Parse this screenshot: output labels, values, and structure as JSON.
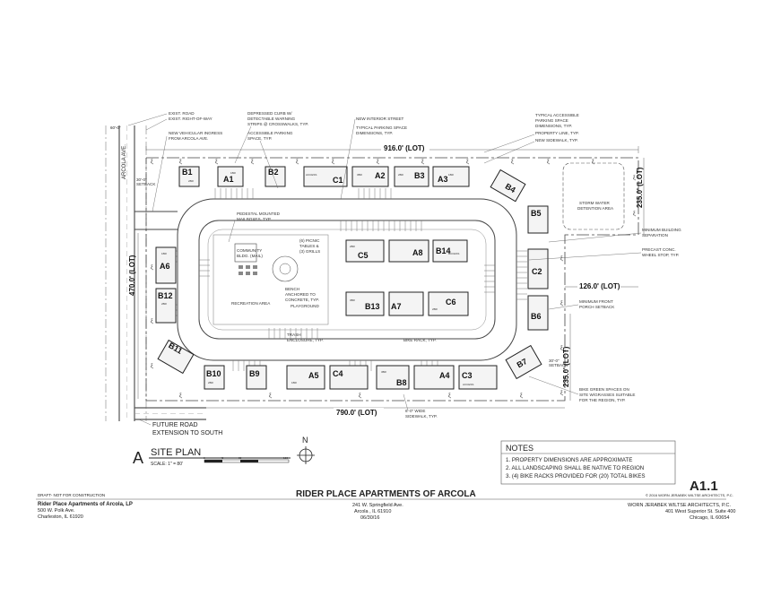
{
  "callouts": {
    "exist_road": "EXIST. ROAD",
    "exist_row": "EXIST. RIGHT-OF-WAY",
    "new_vehicular": "NEW VEHICULAR INGRESS",
    "from_arcola": "FROM ARCOLA AVE.",
    "depressed_1": "DEPRESSED CURB W/",
    "depressed_2": "DETECTABLE WARNING",
    "depressed_3": "STRIPS @ CROSSWALKS, TYP.",
    "accessible_1": "ACCESSIBLE PARKING",
    "accessible_2": "SPACE, TYP.",
    "new_interior": "NEW INTERIOR STREET",
    "typical_parking_1": "TYPICAL PARKING SPACE",
    "typical_parking_2": "DIMENSIONS, TYP.",
    "typ_accessible_1": "TYPICAL ACCESSIBLE",
    "typ_accessible_2": "PARKING SPACE",
    "typ_accessible_3": "DIMENSIONS, TYP.",
    "property_line": "PROPERTY LINE, TYP.",
    "new_sidewalk": "NEW SIDEWALK, TYP.",
    "storm_1": "STORM WATER",
    "storm_2": "DETENTION AREA",
    "min_sep_1": "MINIMUM BUILDING",
    "min_sep_2": "SEPARATION",
    "precast_1": "PRECAST CONC.",
    "precast_2": "WHEEL STOP, TYP.",
    "min_front_1": "MINIMUM FRONT",
    "min_front_2": "PORCH SETBACK",
    "pedestal_1": "PEDESTAL MOUNTED",
    "pedestal_2": "MAILBOXES, TYP.",
    "picnic_1": "(6) PICNIC",
    "picnic_2": "TABLES &",
    "picnic_3": "(3) GRILLS",
    "bench_1": "BENCH",
    "bench_2": "ANCHORED TO",
    "bench_3": "CONCRETE, TYP.",
    "playground": "PLAYGROUND",
    "recreation": "RECREATION AREA",
    "trash_1": "TRASH",
    "trash_2": "ENCLOSURE, TYP.",
    "bike_rack": "BIKE RACK, TYP.",
    "wide_sidewalk_1": "6'-0\" WIDE",
    "wide_sidewalk_2": "SIDEWALK, TYP.",
    "bike_green_1": "BIKE GREEN SPACES ON",
    "bike_green_2": "SITE W/GRASSES SUITABLE",
    "bike_green_3": "FOR THE REGION, TYP.",
    "future_road_1": "FUTURE ROAD",
    "future_road_2": "EXTENSION TO SOUTH",
    "arcola_ave": "ARCOLA AVE.",
    "dim_60": "60'-0\"",
    "setback_30a": "30'-0\"",
    "setback_30a_sub": "SETBACK",
    "setback_30b": "30'-0\"",
    "setback_30b_sub": "SETBACK",
    "community": "COMMUNITY",
    "community_sub": "BLDG. (MAIL)"
  },
  "dimensions": {
    "top": "916.0' (LOT)",
    "left": "470.0' (LOT)",
    "right_top": "235.0' (LOT)",
    "right_bottom": "235.0' (LOT)",
    "mid": "126.0' (LOT)",
    "bottom": "790.0' (LOT)"
  },
  "buildings": {
    "B1": "B1",
    "A1": "A1",
    "B2": "B2",
    "C1": "C1",
    "A2": "A2",
    "B3": "B3",
    "A3": "A3",
    "B4": "B4",
    "B5": "B5",
    "C2": "C2",
    "B6": "B6",
    "B7": "B7",
    "A6": "A6",
    "B12": "B12",
    "B11": "B11",
    "C5": "C5",
    "A8": "A8",
    "B14": "B14",
    "B13": "B13",
    "A7": "A7",
    "C6": "C6",
    "B10": "B10",
    "B9": "B9",
    "A5": "A5",
    "C4": "C4",
    "B8": "B8",
    "A4": "A4",
    "C3": "C3"
  },
  "unit_labels": {
    "u1": "1BR",
    "u2": "2BR",
    "u3": "3BR",
    "acc": "ACCESS"
  },
  "title_block": {
    "sheet_letter": "A",
    "view_title": "SITE PLAN",
    "scale": "SCALE: 1\" = 80'",
    "north": "N",
    "scale_ticks": [
      "0",
      "40",
      "80",
      "160"
    ],
    "notes_title": "NOTES",
    "notes": [
      "1. PROPERTY DIMENSIONS ARE APPROXIMATE",
      "2. ALL LANDSCAPING SHALL BE NATIVE TO REGION",
      "3. (4) BIKE RACKS PROVIDED FOR (20) TOTAL BIKES"
    ],
    "sheet_number": "A1.1",
    "draft": "DRAFT- NOT FOR CONSTRUCTION",
    "copyright": "© 2016 WORN JERABEK WILTSE ARCHITECTS, P.C.",
    "project": "RIDER PLACE APARTMENTS OF ARCOLA",
    "owner": "Rider Place Apartments of Arcola, LP",
    "owner_addr1": "500 W. Polk Ave.",
    "owner_addr2": "Charleston, IL 61920",
    "site_addr1": "241 W. Springfield Ave.",
    "site_addr2": "Arcola , IL 61910",
    "date": "06/30/16",
    "architect": "WORN JERABEK WILTSE ARCHITECTS, P.C.",
    "arch_addr1": "401 West Superior St. Suite 400",
    "arch_addr2": "Chicago, IL 60654"
  }
}
